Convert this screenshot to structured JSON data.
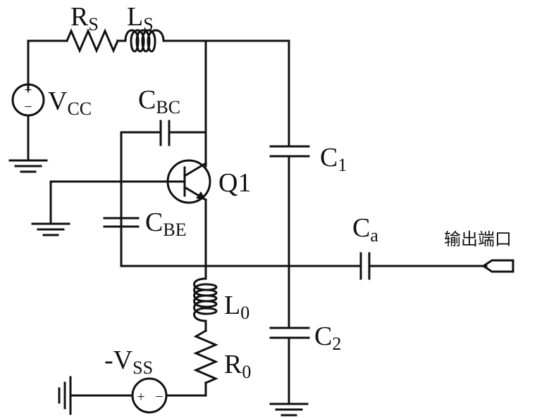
{
  "labels": {
    "rs": {
      "main": "R",
      "sub": "S"
    },
    "ls": {
      "main": "L",
      "sub": "S"
    },
    "vcc": {
      "main": "V",
      "sub": "CC"
    },
    "cbc": {
      "main": "C",
      "sub": "BC"
    },
    "cbe": {
      "main": "C",
      "sub": "BE"
    },
    "q1": "Q1",
    "c1": {
      "main": "C",
      "sub": "1"
    },
    "c2": {
      "main": "C",
      "sub": "2"
    },
    "ca": {
      "main": "C",
      "sub": "a"
    },
    "l0": {
      "main": "L",
      "sub": "0"
    },
    "r0": {
      "main": "R",
      "sub": "0"
    },
    "vss": {
      "main": "-V",
      "sub": "SS"
    },
    "output_port": "输出端口"
  },
  "colors": {
    "line": "#111111",
    "background": "#ffffff"
  }
}
